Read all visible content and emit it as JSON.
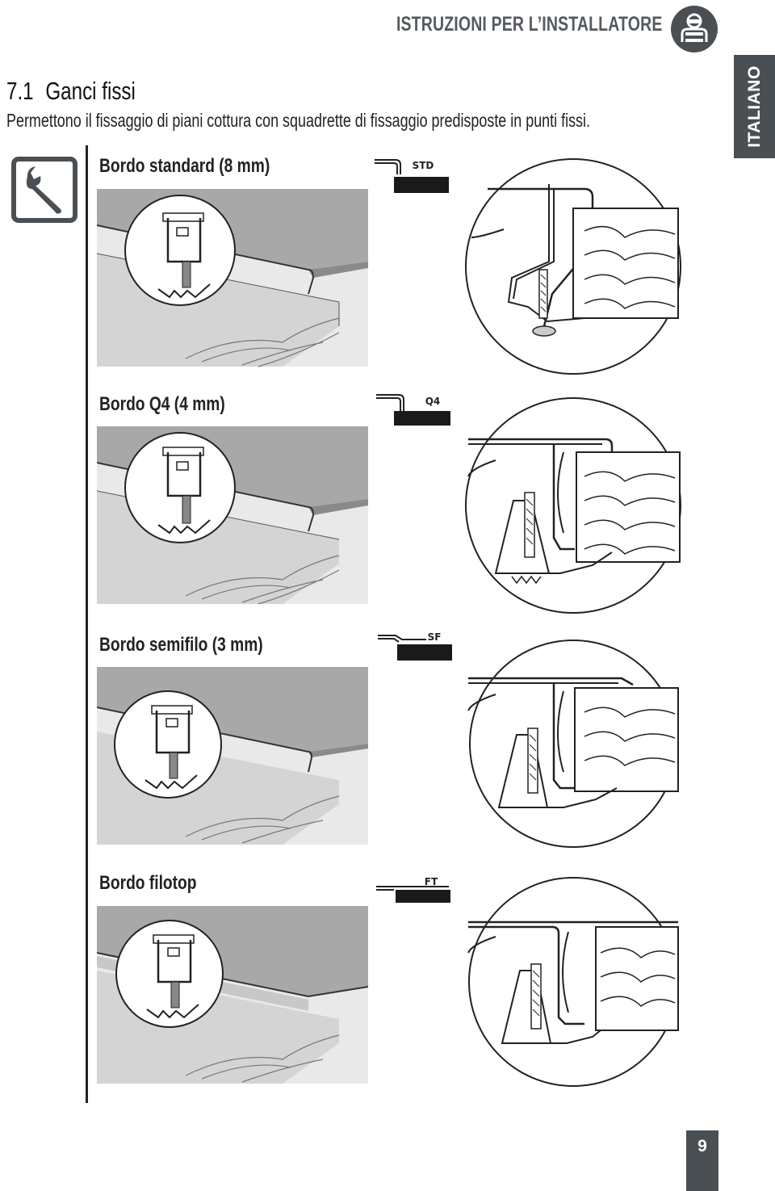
{
  "header": {
    "title": "ISTRUZIONI PER L’INSTALLATORE",
    "icon": "installer-person-icon"
  },
  "section": {
    "number": "7.1",
    "title": "Ganci fissi",
    "description": "Permettono il fissaggio di piani cottura con squadrette di fissaggio predisposte in punti fissi."
  },
  "language_tab": "ITALIANO",
  "tool_icon": "wrench-icon",
  "rows": [
    {
      "title": "Bordo standard (8 mm)",
      "badge": "STD"
    },
    {
      "title": "Bordo Q4 (4 mm)",
      "badge": "Q4"
    },
    {
      "title": "Bordo semifilo (3 mm)",
      "badge": "SF"
    },
    {
      "title": "Bordo filotop",
      "badge": "FT"
    }
  ],
  "page_number": "9",
  "colors": {
    "dark_tab": "#4a4f54",
    "header_text": "#555a5f",
    "hob_gray": "#a8a8a8"
  }
}
